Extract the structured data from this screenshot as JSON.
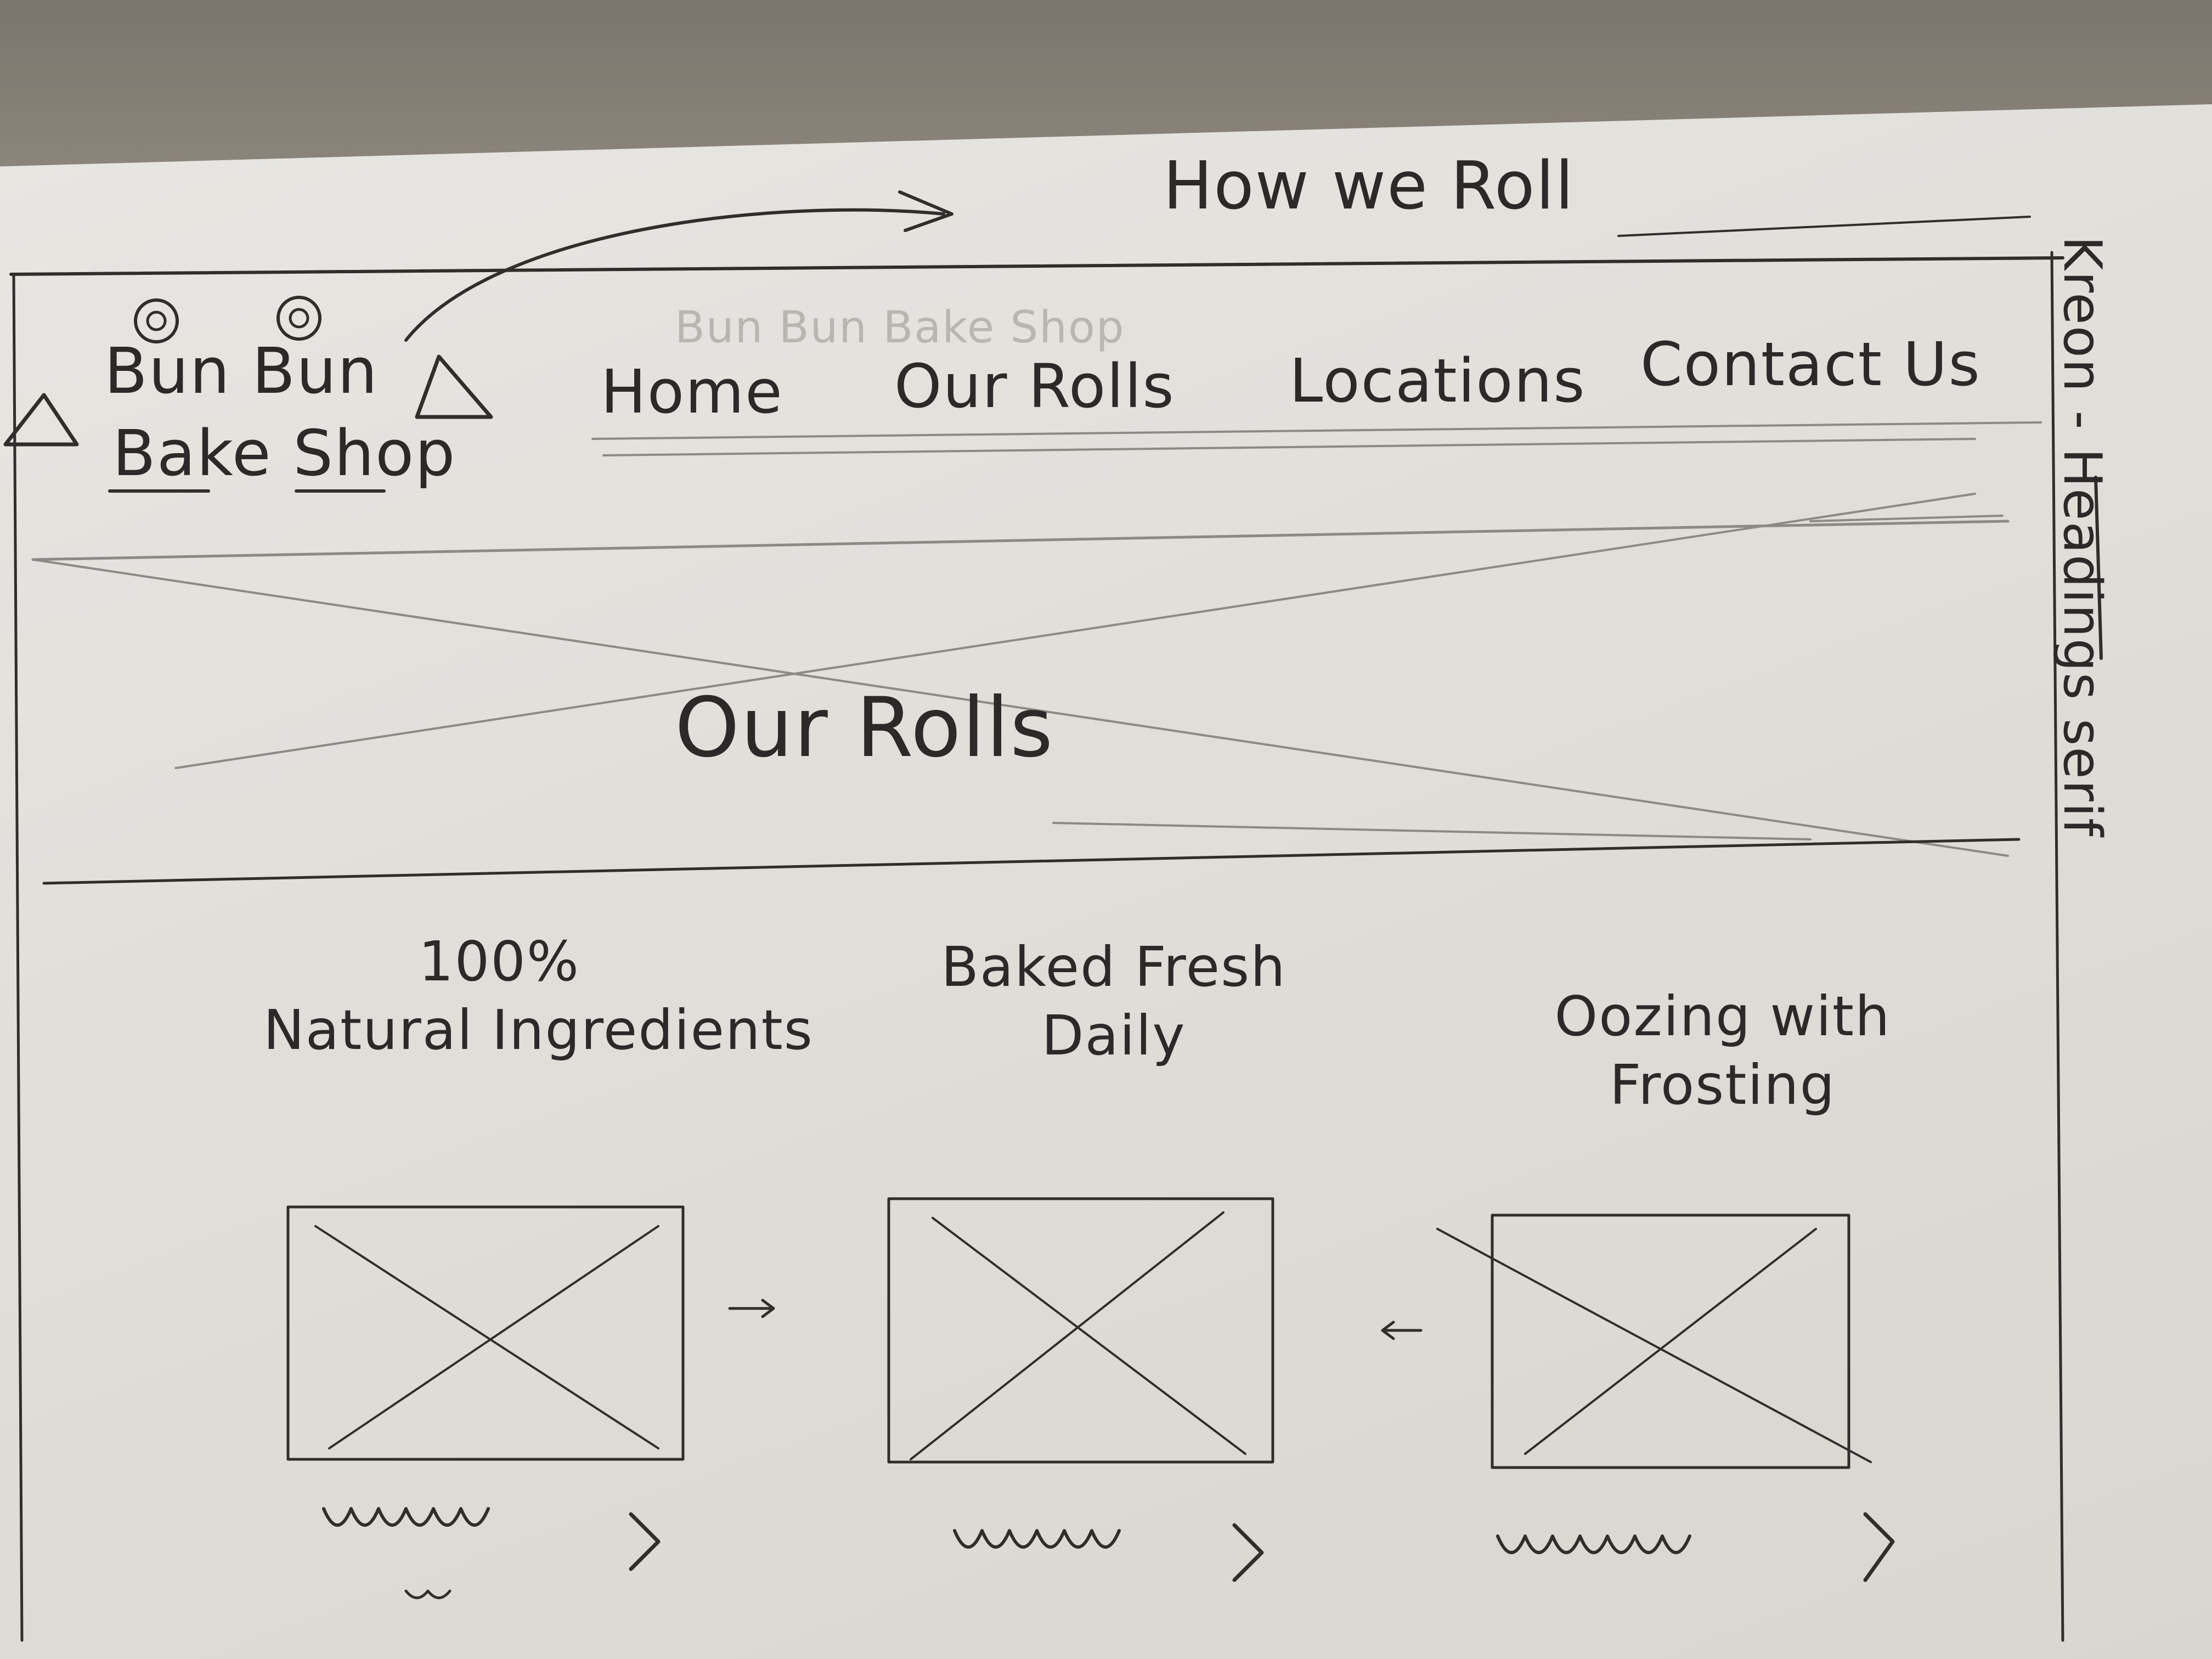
{
  "annotation": {
    "top": "How we Roll",
    "side": "Kreon - Headings serif"
  },
  "header": {
    "logo_line1": "Bun Bun",
    "logo_line2": "Bake Shop",
    "ghost_title": "Bun Bun Bake Shop",
    "nav": [
      {
        "label": "Home"
      },
      {
        "label": "Our Rolls"
      },
      {
        "label": "Locations"
      },
      {
        "label": "Contact Us"
      }
    ]
  },
  "hero": {
    "title": "Our Rolls"
  },
  "features": [
    {
      "line1": "100%",
      "line2": "Natural Ingredients"
    },
    {
      "line1": "Baked Fresh",
      "line2": "Daily"
    },
    {
      "line1": "Oozing with",
      "line2": "Frosting"
    }
  ],
  "icons": {
    "logo": "cinnamon-roll-icon",
    "link_arrow": "chevron-right-icon",
    "image_placeholder": "image-placeholder-icon"
  }
}
